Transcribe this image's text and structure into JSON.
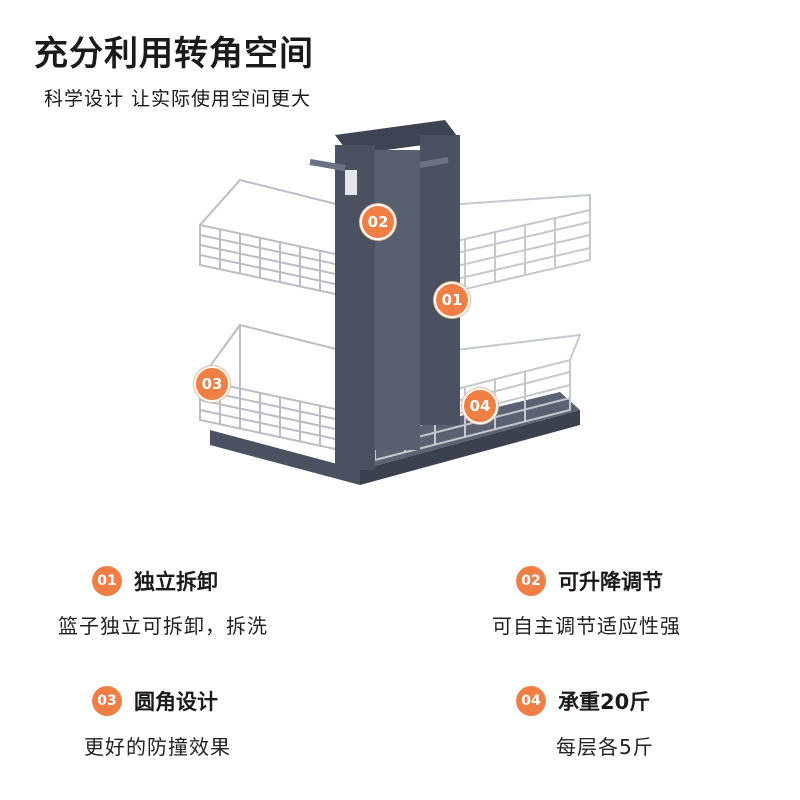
{
  "header": {
    "title": "充分利用转角空间",
    "subtitle": "科学设计 让实际使用空间更大"
  },
  "callouts": [
    "02",
    "01",
    "03",
    "04"
  ],
  "features": [
    {
      "number": "01",
      "title": "独立拆卸",
      "desc": "篮子独立可拆卸，拆洗"
    },
    {
      "number": "02",
      "title": "可升降调节",
      "desc": "可自主调节适应性强"
    },
    {
      "number": "03",
      "title": "圆角设计",
      "desc": "更好的防撞效果"
    },
    {
      "number": "04",
      "title": "承重20斤",
      "desc": "每层各5斤"
    }
  ],
  "colors": {
    "accent": "#f07f45",
    "frame": "#4a5161",
    "wire": "#b9bec6"
  }
}
